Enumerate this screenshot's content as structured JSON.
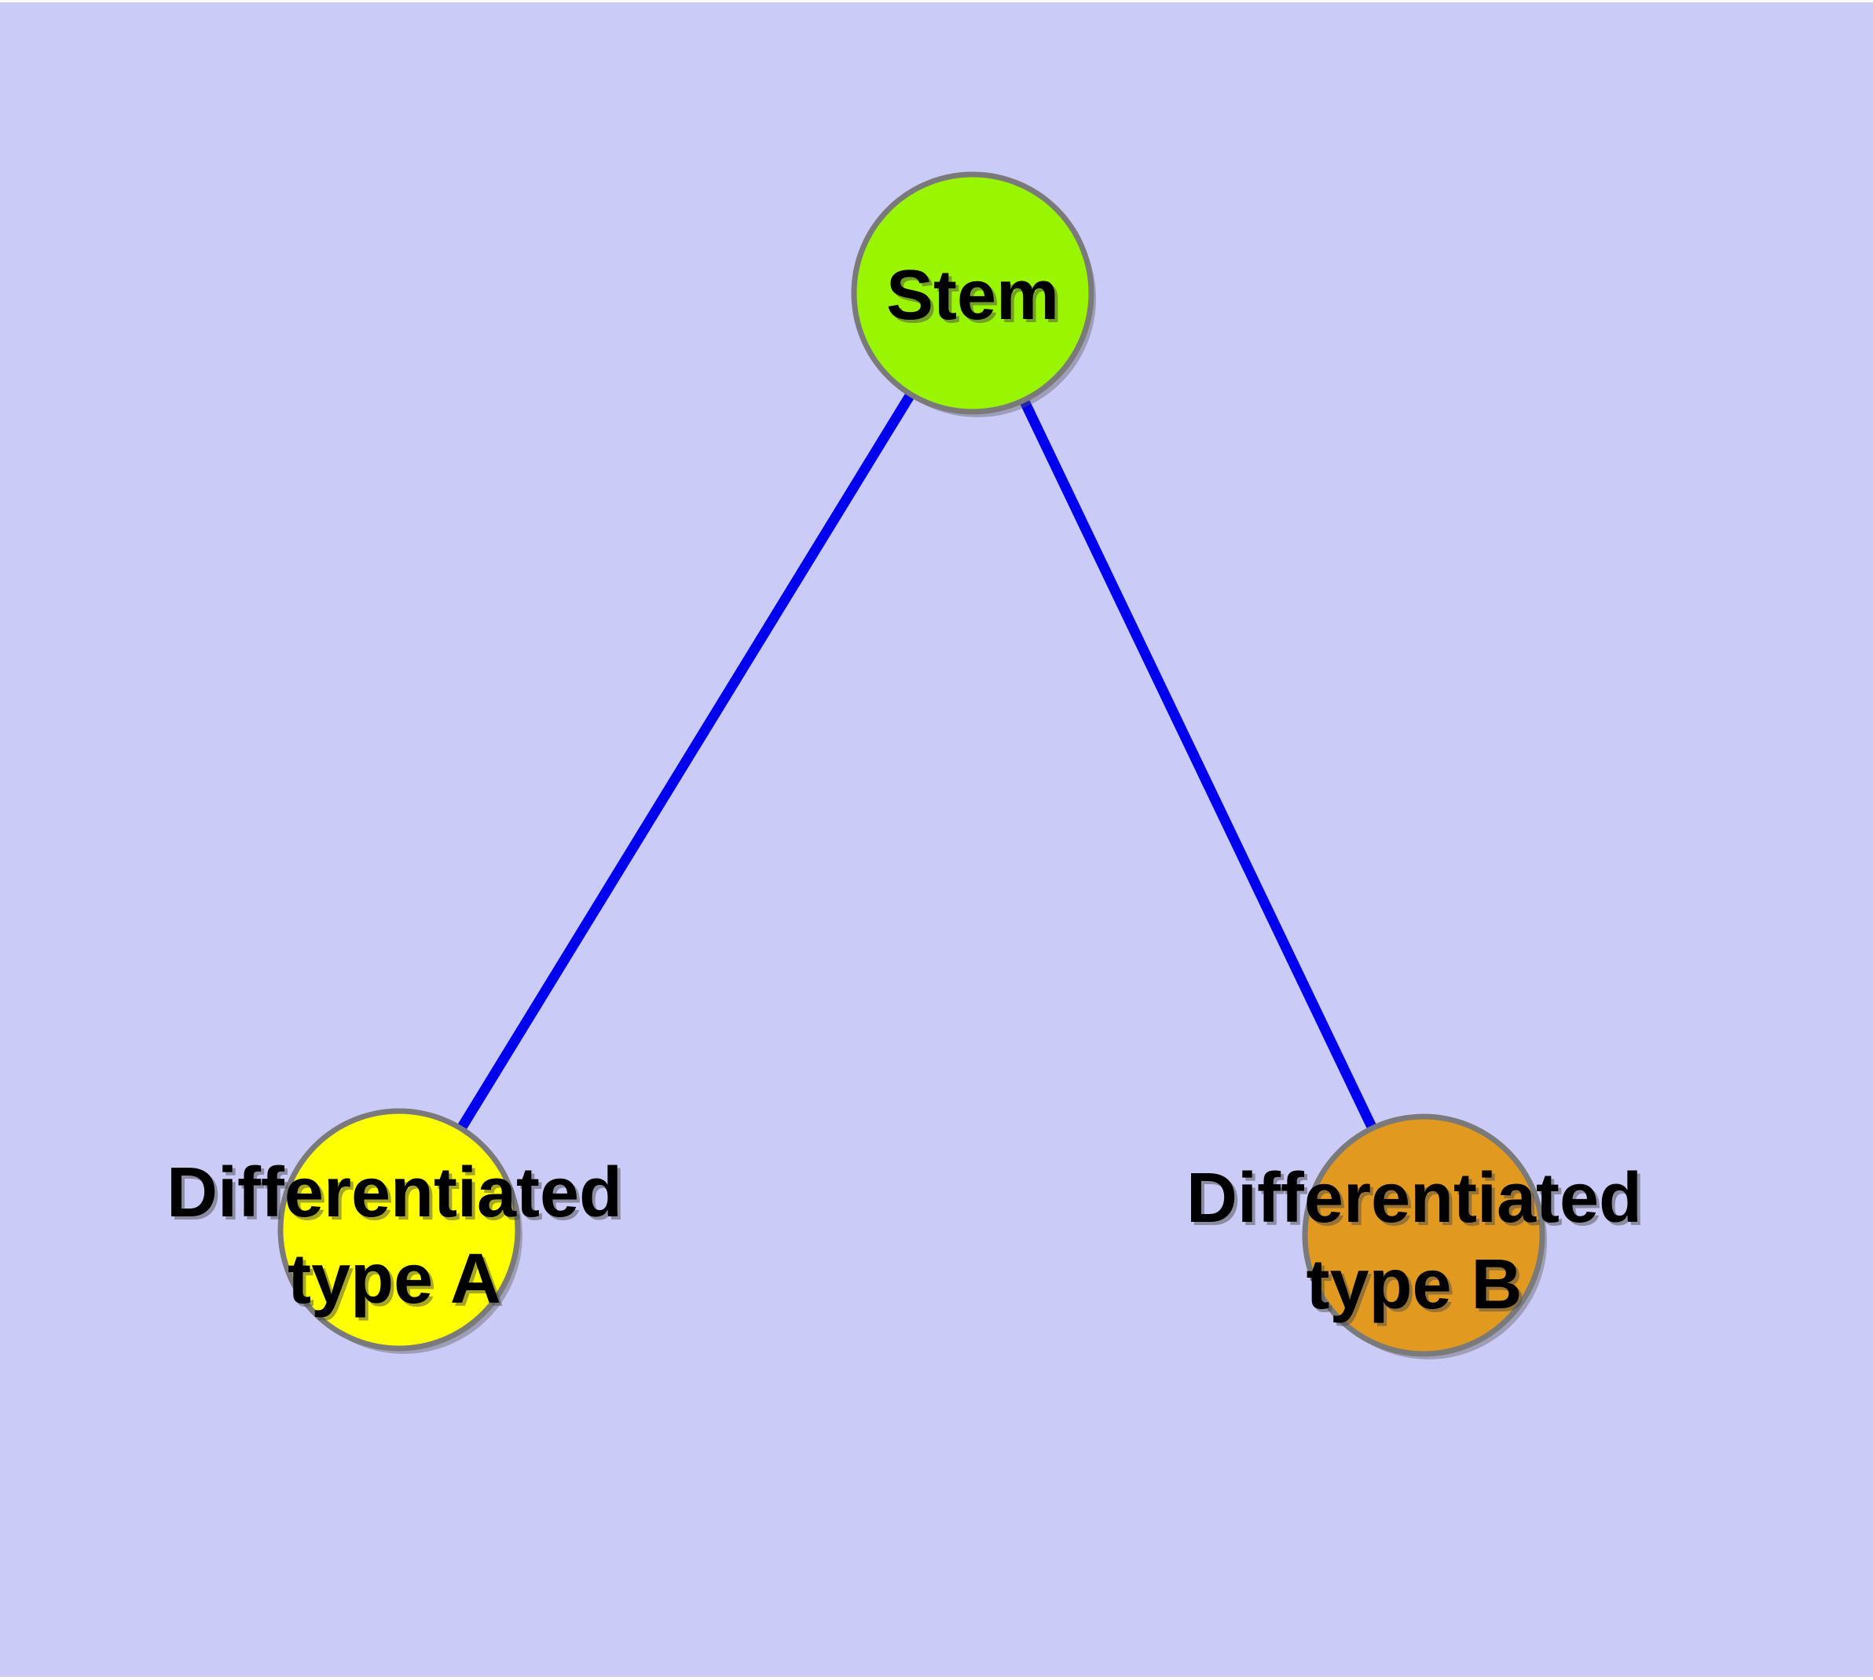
{
  "diagram": {
    "background_color": "#CBCBF7",
    "edge_color": "#0000EE",
    "node_border_color": "#7A7A7A",
    "text_color": "#000000",
    "nodes": [
      {
        "id": "stem",
        "label": "Stem",
        "fill": "#99F500"
      },
      {
        "id": "differentiated-type-a",
        "label": "Differentiated type A",
        "label_lines": [
          "Differentiated",
          "type A"
        ],
        "fill": "#FFFF00"
      },
      {
        "id": "differentiated-type-b",
        "label": "Differentiated type B",
        "label_lines": [
          "Differentiated",
          "type B"
        ],
        "fill": "#E2991F"
      }
    ],
    "edges": [
      {
        "from": "Stem",
        "to": "Differentiated type A"
      },
      {
        "from": "Stem",
        "to": "Differentiated type B"
      }
    ]
  }
}
